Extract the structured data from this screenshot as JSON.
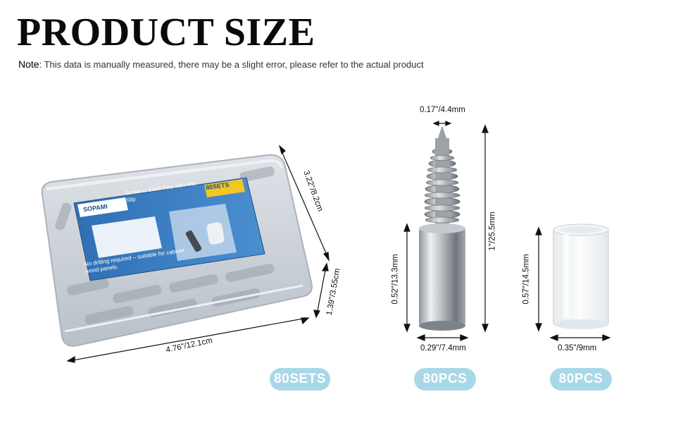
{
  "heading": {
    "title": "PRODUCT SIZE"
  },
  "note": {
    "label": "Note",
    "text": ": This data is manually measured, there may be a slight error, please refer to the actual product"
  },
  "box": {
    "brand": "SOPAMI",
    "product_title": "Screw in Shelf Pins with Anti-Slip",
    "count_tag": "80SETS",
    "tagline": "No drilling required – suitable for cabinet wood panels.",
    "dims": {
      "length": "4.76\"/12.1cm",
      "width": "3.22\"/8.2cm",
      "height": "1.39\"/3.55cm"
    },
    "badge": "80SETS"
  },
  "screw": {
    "dims": {
      "tip_width": "0.17\"/4.4mm",
      "total_length": "1\"/25.5mm",
      "body_length": "0.52\"/13.3mm",
      "body_width": "0.29\"/7.4mm"
    },
    "badge": "80PCS"
  },
  "sleeve": {
    "dims": {
      "length": "0.57\"/14.5mm",
      "width": "0.35\"/9mm"
    },
    "badge": "80PCS"
  },
  "colors": {
    "badge_bg": "#a8d8e8",
    "label_blue": "#3a7fc0",
    "metal": "#c9cdd2"
  }
}
